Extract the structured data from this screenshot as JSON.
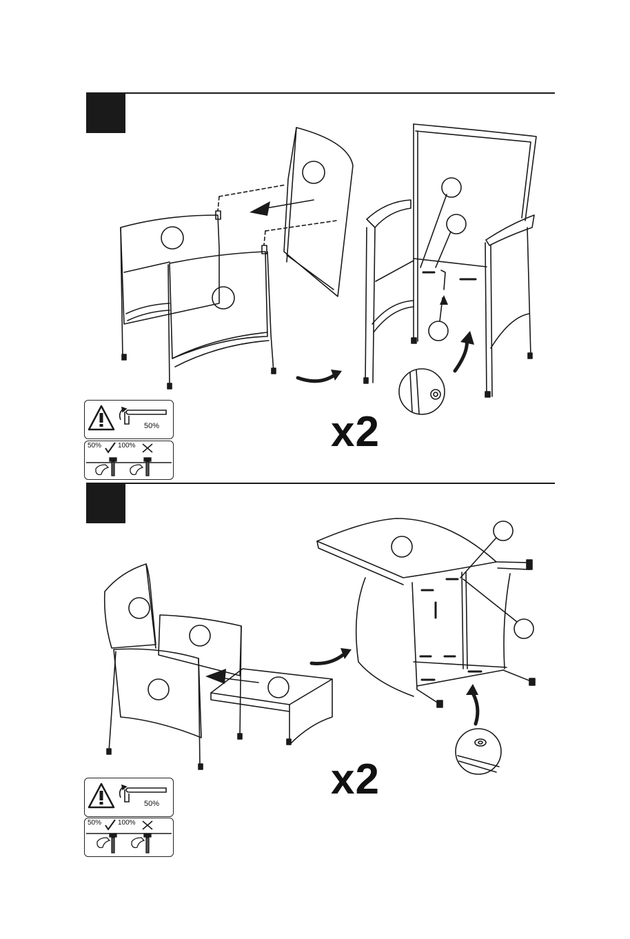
{
  "steps": [
    {
      "multiplier": "x2",
      "torque_card": {
        "percent": "50%"
      },
      "tighten_card": {
        "ok_percent": "50%",
        "bad_percent": "100%"
      }
    },
    {
      "multiplier": "x2",
      "torque_card": {
        "percent": "50%"
      },
      "tighten_card": {
        "ok_percent": "50%",
        "bad_percent": "100%"
      }
    }
  ],
  "icons": [
    "warning-triangle-icon",
    "allen-key-icon",
    "check-mark-icon",
    "cross-mark-icon",
    "bolt-icon"
  ],
  "colors": {
    "ink": "#1a1a1a",
    "paper": "#ffffff"
  }
}
